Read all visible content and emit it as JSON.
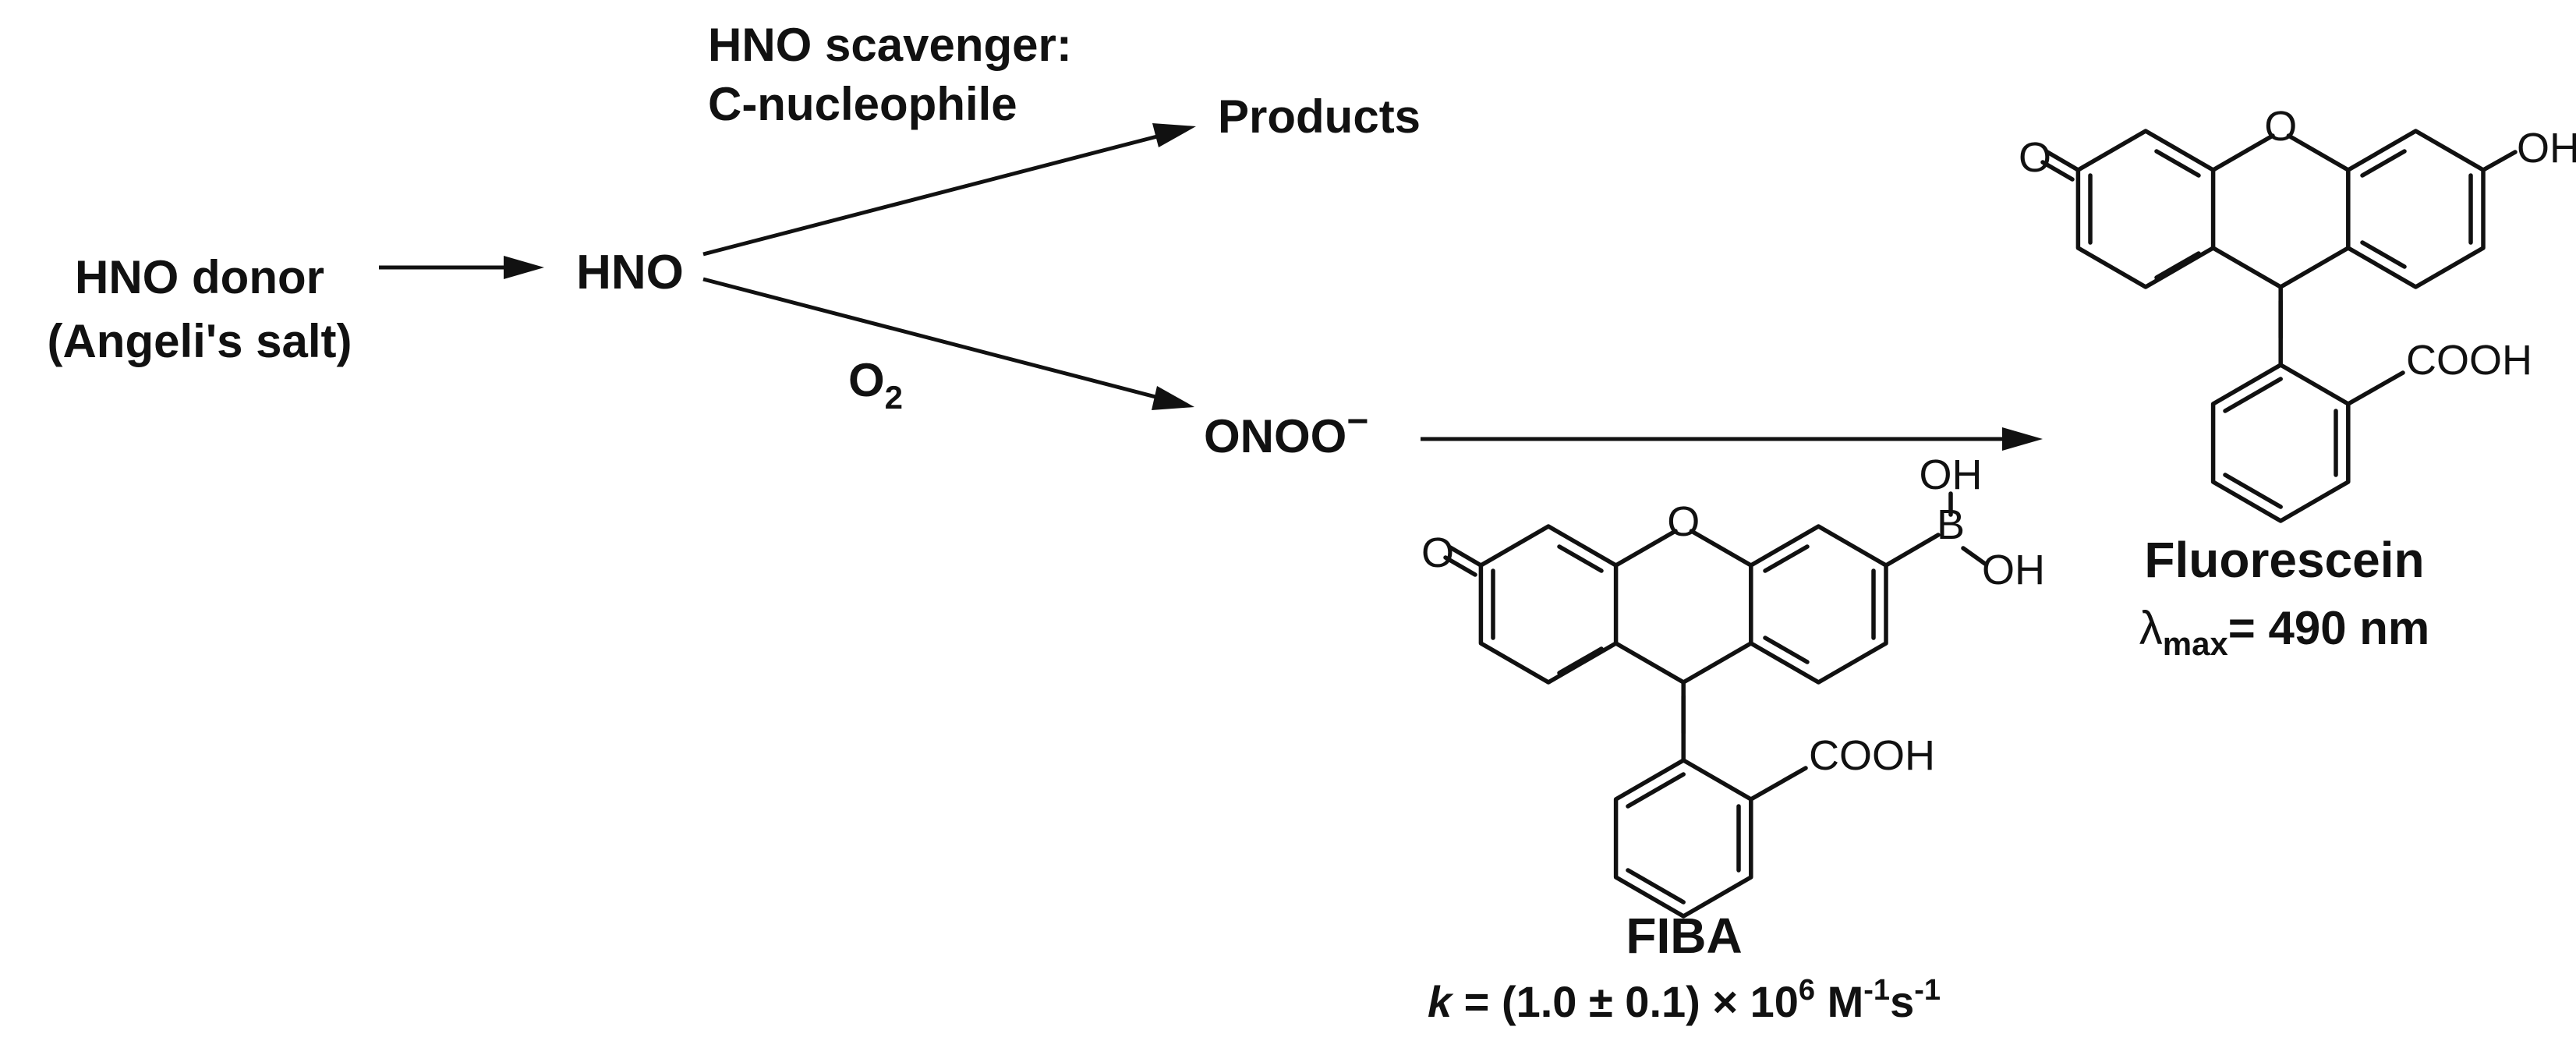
{
  "labels": {
    "donor_line1": "HNO donor",
    "donor_line2": "(Angeli's salt)",
    "hno": "HNO",
    "scavenger_line1": "HNO scavenger:",
    "scavenger_line2": "C-nucleophile",
    "products": "Products",
    "o2_main": "O",
    "o2_sub": "2",
    "peroxynitrite_main": "ONOO",
    "peroxynitrite_charge": "−"
  },
  "fluorescein": {
    "name": "Fluorescein",
    "lambda_symbol": "λ",
    "lambda_sub": "max",
    "lambda_value": "= 490 nm",
    "atoms": {
      "o_ketone": "O",
      "o_ring": "O",
      "oh": "OH",
      "cooh": "COOH"
    }
  },
  "fiba": {
    "name": "FIBA",
    "k_symbol": "k",
    "k_eq": " = (1.0 ± 0.1) × 10",
    "k_exp": "6",
    "k_unit1": " M",
    "k_unit1_exp": "-1",
    "k_unit2": "s",
    "k_unit2_exp": "-1",
    "atoms": {
      "o_ketone": "O",
      "o_ring": "O",
      "boron": "B",
      "oh_top": "OH",
      "oh_bottom": "OH",
      "cooh": "COOH"
    }
  }
}
